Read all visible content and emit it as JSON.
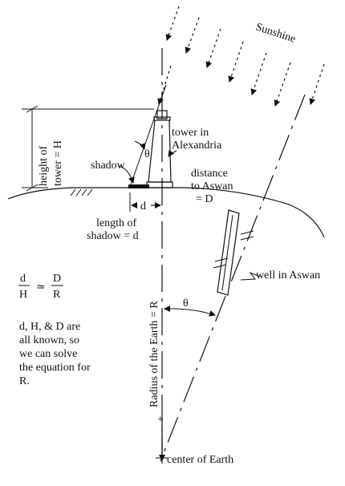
{
  "labels": {
    "sunshine": "Sunshine",
    "height_line1": "height of",
    "height_line2": "tower = H",
    "shadow": "shadow",
    "theta_top": "θ",
    "tower_line1": "tower in",
    "tower_line2": "Alexandria",
    "distance_line1": "distance",
    "distance_line2": "to Aswan",
    "distance_line3": "= D",
    "d_small": "d",
    "length_line1": "length of",
    "length_line2": "shadow = d",
    "well": "well in Aswan",
    "theta_bottom": "θ",
    "radius": "Radius of the Earth = R",
    "center": "center of Earth",
    "plus_mark": "+"
  },
  "equation": {
    "num_left": "d",
    "den_left": "H",
    "approx": "≃",
    "num_right": "D",
    "den_right": "R"
  },
  "note": {
    "line1": "d, H, & D are",
    "line2": "all known, so",
    "line3": "we can solve",
    "line4": "the equation for",
    "line5": "R."
  },
  "colors": {
    "ink": "#111111",
    "background": "#ffffff"
  }
}
